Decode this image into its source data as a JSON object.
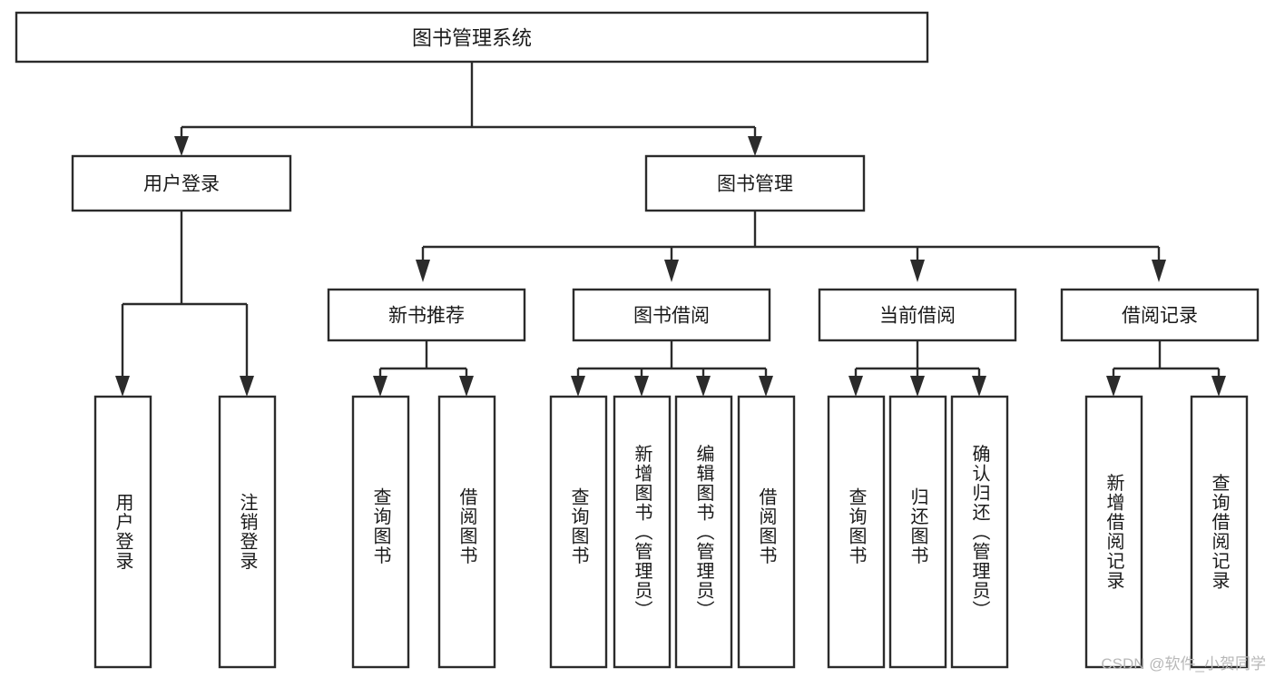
{
  "diagram": {
    "type": "tree-hierarchy",
    "title": "图书管理系统",
    "watermark": "CSDN @软件_小贺同学",
    "colors": {
      "background": "#ffffff",
      "box_fill": "#ffffff",
      "box_stroke": "#2b2b2b",
      "text": "#1a1a1a",
      "watermark": "#b8b8b8"
    },
    "levels": [
      {
        "level": 0,
        "nodes": [
          {
            "id": "root",
            "label": "图书管理系统",
            "orientation": "horizontal"
          }
        ]
      },
      {
        "level": 1,
        "nodes": [
          {
            "id": "login",
            "label": "用户登录",
            "orientation": "horizontal",
            "parent": "root"
          },
          {
            "id": "bookmgmt",
            "label": "图书管理",
            "orientation": "horizontal",
            "parent": "root"
          }
        ]
      },
      {
        "level": 2,
        "nodes": [
          {
            "id": "newbook",
            "label": "新书推荐",
            "orientation": "horizontal",
            "parent": "bookmgmt"
          },
          {
            "id": "borrow",
            "label": "图书借阅",
            "orientation": "horizontal",
            "parent": "bookmgmt"
          },
          {
            "id": "current",
            "label": "当前借阅",
            "orientation": "horizontal",
            "parent": "bookmgmt"
          },
          {
            "id": "records",
            "label": "借阅记录",
            "orientation": "horizontal",
            "parent": "bookmgmt"
          }
        ]
      },
      {
        "level": 3,
        "nodes": [
          {
            "id": "leaf1",
            "label": "用户登录",
            "orientation": "vertical",
            "parent": "login"
          },
          {
            "id": "leaf2",
            "label": "注销登录",
            "orientation": "vertical",
            "parent": "login"
          },
          {
            "id": "leaf3",
            "label": "查询图书",
            "orientation": "vertical",
            "parent": "newbook"
          },
          {
            "id": "leaf4",
            "label": "借阅图书",
            "orientation": "vertical",
            "parent": "newbook"
          },
          {
            "id": "leaf5",
            "label": "查询图书",
            "orientation": "vertical",
            "parent": "borrow"
          },
          {
            "id": "leaf6",
            "label": "新增图书（管理员）",
            "orientation": "vertical",
            "parent": "borrow"
          },
          {
            "id": "leaf7",
            "label": "编辑图书（管理员）",
            "orientation": "vertical",
            "parent": "borrow"
          },
          {
            "id": "leaf8",
            "label": "借阅图书",
            "orientation": "vertical",
            "parent": "borrow"
          },
          {
            "id": "leaf9",
            "label": "查询图书",
            "orientation": "vertical",
            "parent": "current"
          },
          {
            "id": "leaf10",
            "label": "归还图书",
            "orientation": "vertical",
            "parent": "current"
          },
          {
            "id": "leaf11",
            "label": "确认归还（管理员）",
            "orientation": "vertical",
            "parent": "current"
          },
          {
            "id": "leaf12",
            "label": "新增借阅记录",
            "orientation": "vertical",
            "parent": "records"
          },
          {
            "id": "leaf13",
            "label": "查询借阅记录",
            "orientation": "vertical",
            "parent": "records"
          }
        ]
      }
    ]
  }
}
